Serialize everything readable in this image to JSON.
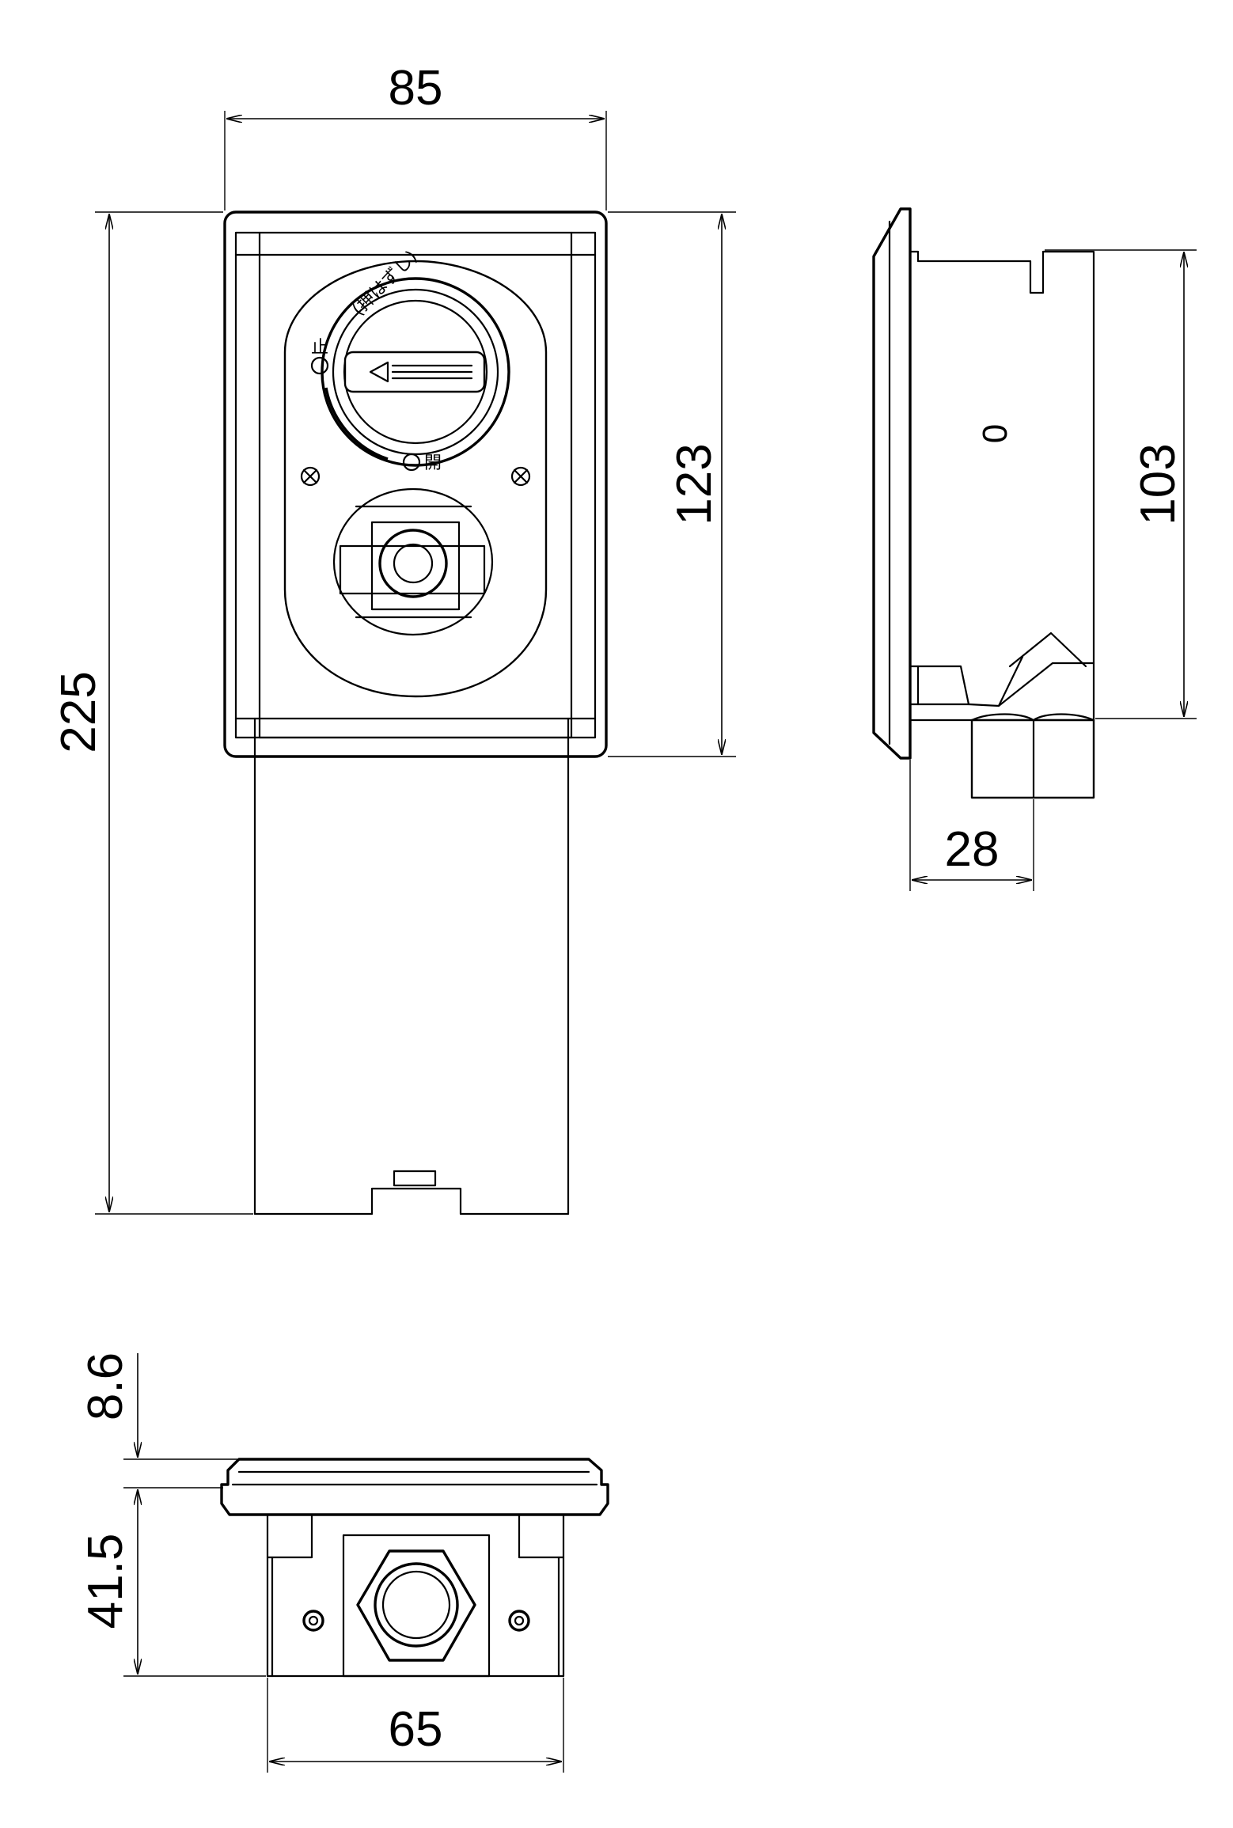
{
  "dimensions": {
    "front_width": "85",
    "front_height_total": "225",
    "front_cover_height": "123",
    "side_height": "103",
    "side_depth": "28",
    "bottom_flange": "8.6",
    "bottom_body": "41.5",
    "bottom_width": "65"
  },
  "valve_labels": {
    "stop": "止",
    "release": "(押はずし)",
    "open": "開"
  },
  "side_mark": "0"
}
